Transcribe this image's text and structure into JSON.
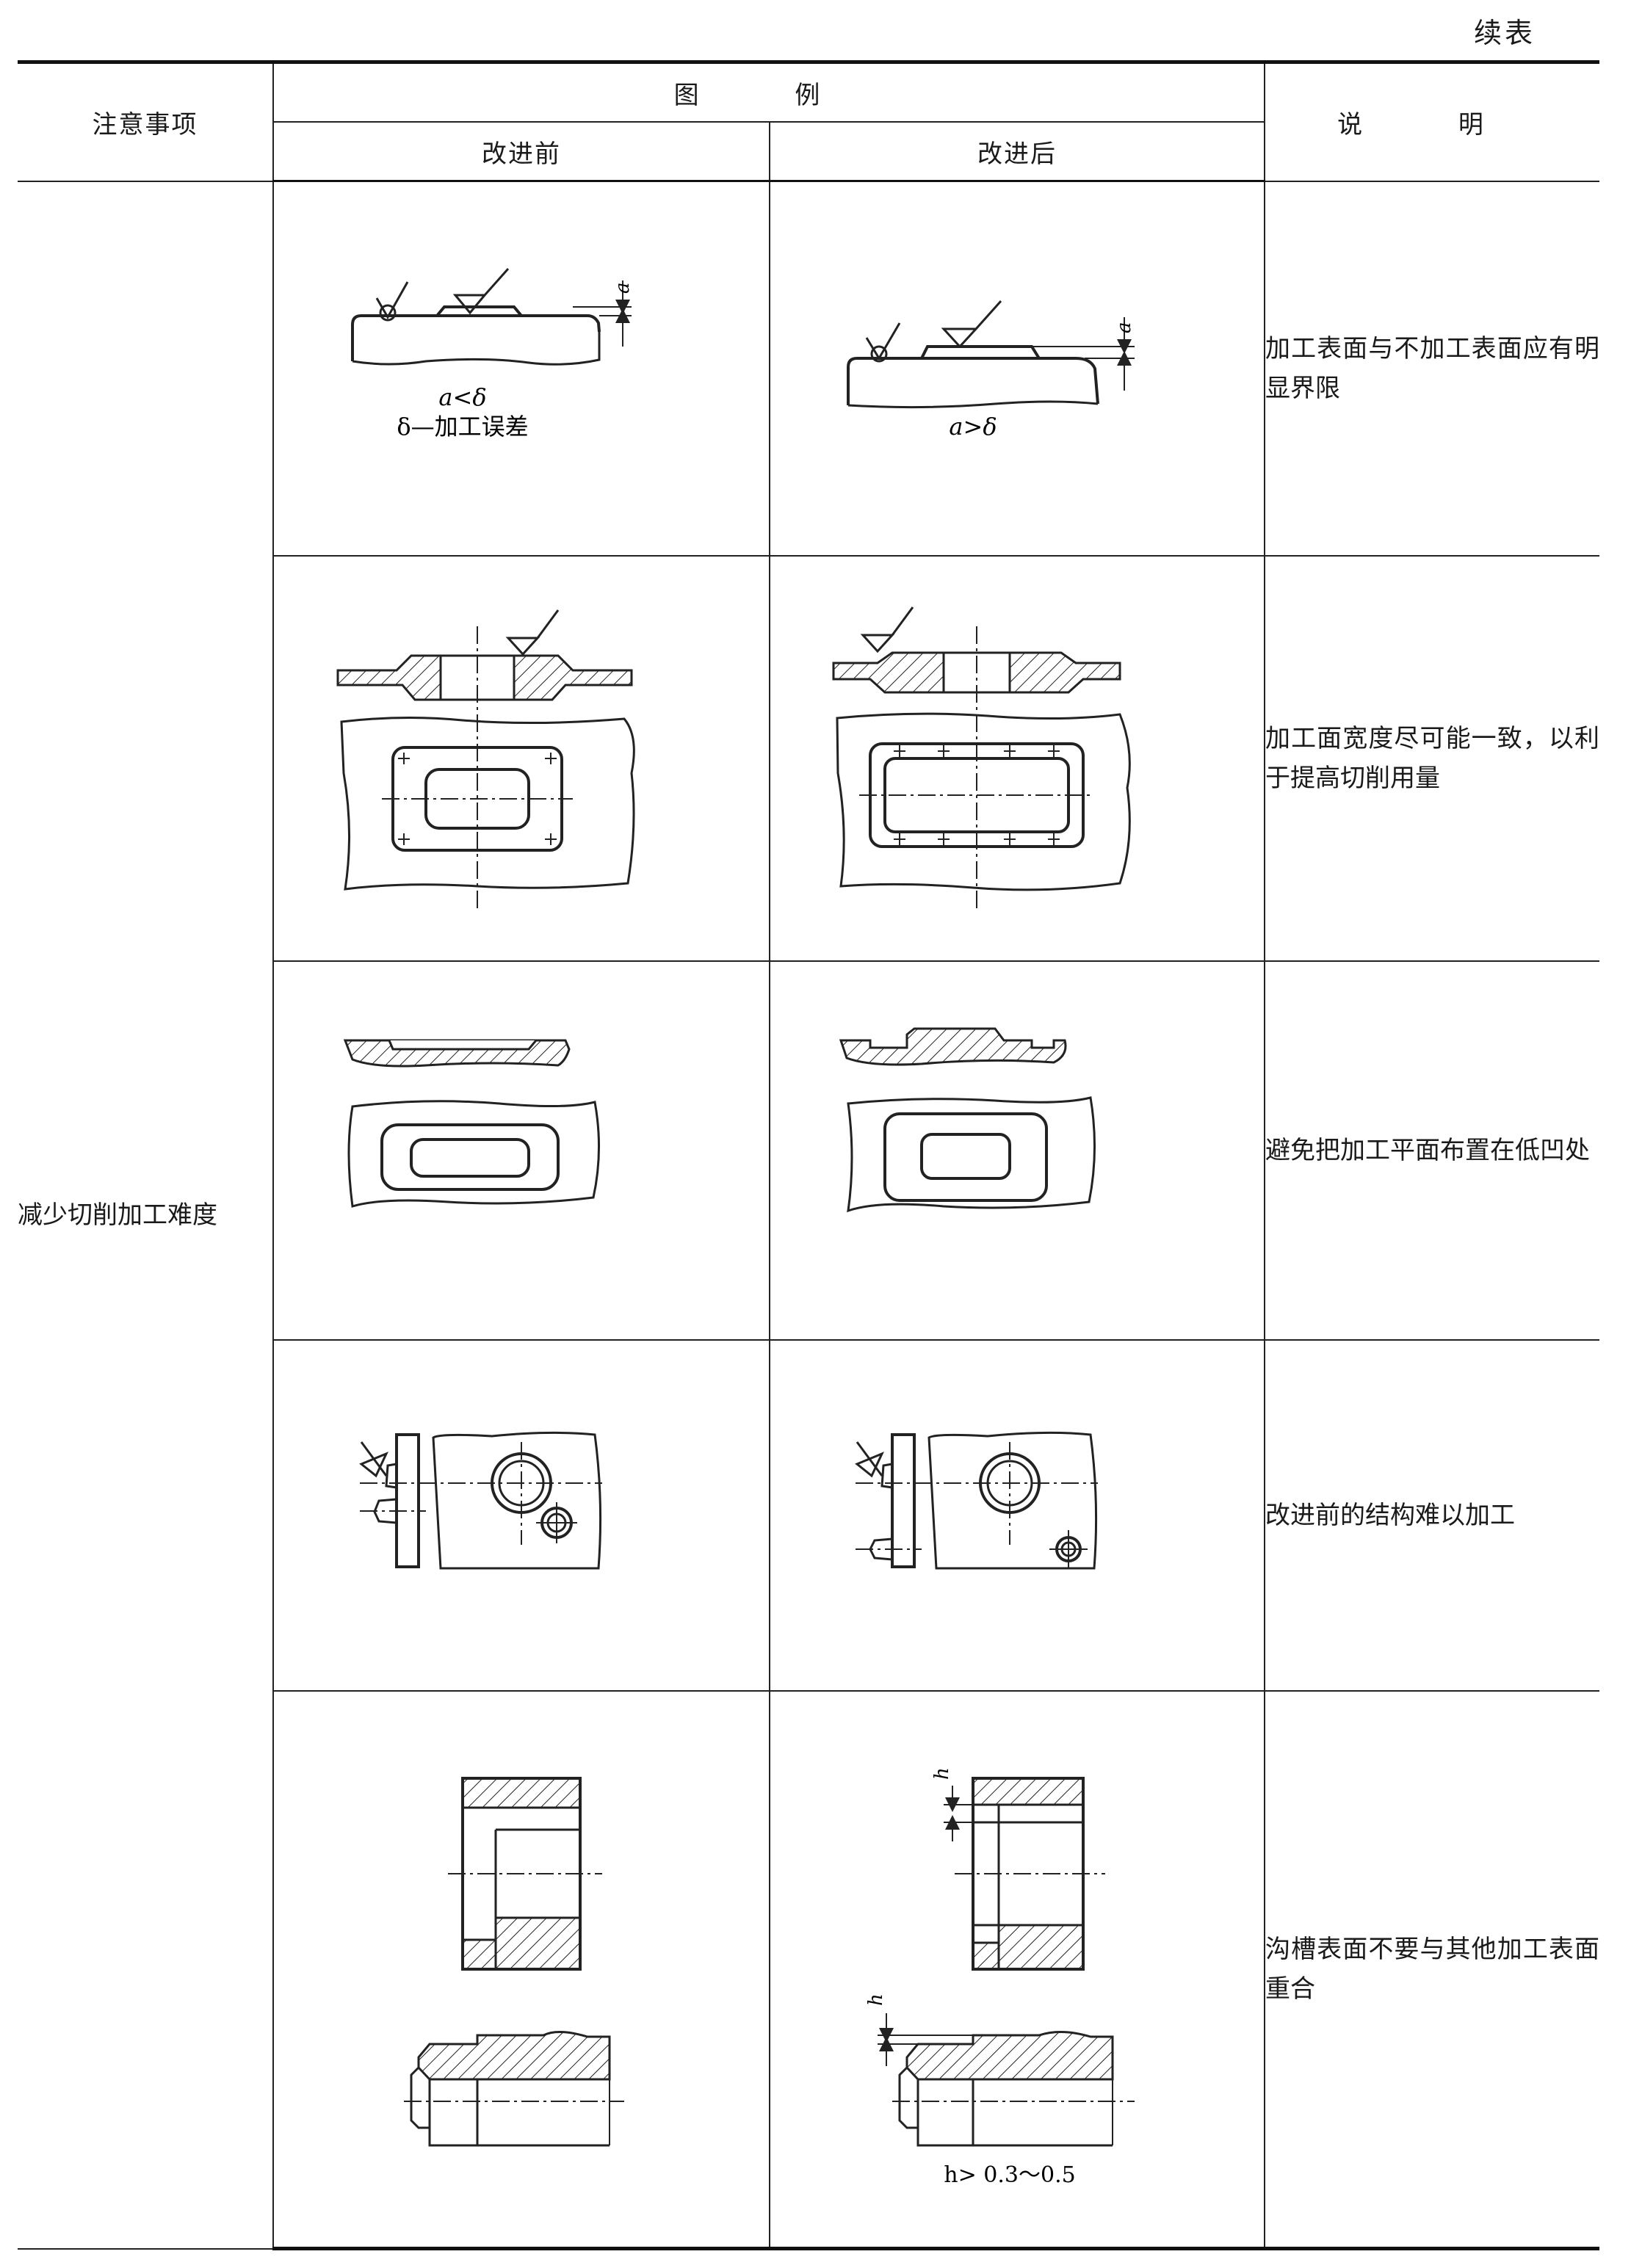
{
  "page": {
    "continued_label": "续表"
  },
  "header": {
    "col_item": "注意事项",
    "col_figure": "图 例",
    "col_before": "改进前",
    "col_after": "改进后",
    "col_note": "说 明"
  },
  "category": "减少切削加工难度",
  "rows": [
    {
      "before_caption_1": "a<δ",
      "before_caption_2": "δ—加工误差",
      "before_dim": "a",
      "after_caption": "a>δ",
      "after_dim": "a",
      "note": "加工表面与不加工表面应有明显界限"
    },
    {
      "note": "加工面宽度尽可能一致，以利于提高切削用量"
    },
    {
      "note": "避免把加工平面布置在低凹处"
    },
    {
      "note": "改进前的结构难以加工"
    },
    {
      "after_dim_1": "h",
      "after_dim_2": "h",
      "after_caption": "h> 0.3～0.5",
      "note": "沟槽表面不要与其他加工表面重合"
    }
  ]
}
